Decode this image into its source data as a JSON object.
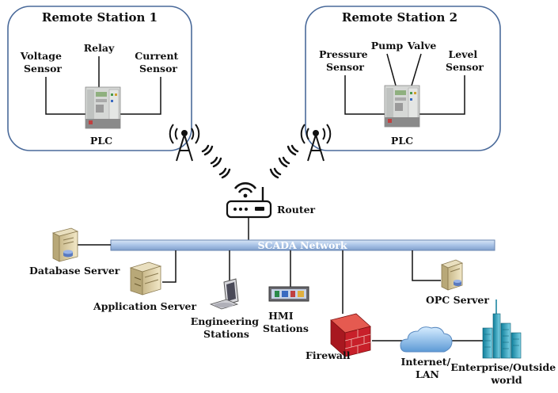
{
  "stations": [
    {
      "title": "Remote Station 1",
      "sensors": [
        {
          "lines": [
            "Voltage",
            "Sensor"
          ]
        },
        {
          "lines": [
            "Relay"
          ]
        },
        {
          "lines": [
            "Current",
            "Sensor"
          ]
        }
      ],
      "plc_label": "PLC"
    },
    {
      "title": "Remote Station 2",
      "sensors": [
        {
          "lines": [
            "Pressure",
            "Sensor"
          ]
        },
        {
          "lines": [
            "Pump"
          ]
        },
        {
          "lines": [
            "Valve"
          ]
        },
        {
          "lines": [
            "Level",
            "Sensor"
          ]
        }
      ],
      "plc_label": "PLC"
    }
  ],
  "router_label": "Router",
  "network_label": "SCADA Network",
  "nodes": {
    "database_server": "Database Server",
    "application_server": "Application Server",
    "engineering_stations": [
      "Engineering",
      "Stations"
    ],
    "hmi_stations": [
      "HMI",
      "Stations"
    ],
    "firewall": "Firewall",
    "internet_lan": [
      "Internet/",
      "LAN"
    ],
    "opc_server": "OPC Server",
    "enterprise": [
      "Enterprise/Outside",
      "world"
    ]
  },
  "colors": {
    "station_border": "#4a6a9a",
    "network_bus": "#b8cce8",
    "firewall": "#c8202a",
    "cloud": "#7fb4e8",
    "wifi": "#111111"
  }
}
